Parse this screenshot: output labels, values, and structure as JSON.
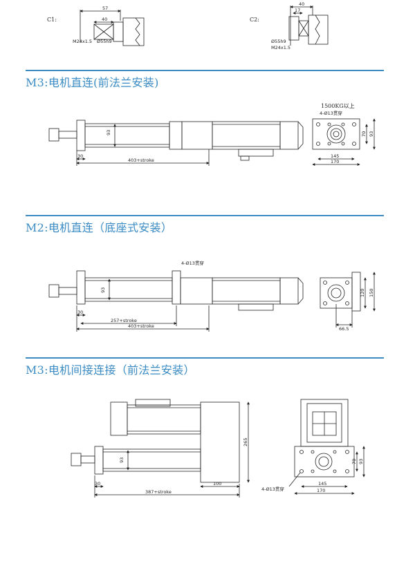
{
  "sections": [
    {
      "title": "M3:电机直连(前法兰安装)"
    },
    {
      "title": "M2:电机直连（底座式安装）"
    },
    {
      "title": "M3:电机间接连接（前法兰安装）"
    }
  ],
  "c1": {
    "label": "C1:",
    "dim_57": "57",
    "dim_40": "40",
    "thread": "M24x1.5",
    "shaft": "Ø55h9"
  },
  "c2": {
    "label": "C2:",
    "dim_40": "40",
    "dim_17": "17",
    "shaft": "Ø55h9",
    "thread": "M24x1.5"
  },
  "m3_direct": {
    "dim_93": "93",
    "dim_30": "30",
    "dim_stroke": "403+stroke",
    "note": "1500KG以上",
    "holes": "4-Ø13贯穿",
    "dim_70": "70",
    "dim_93b": "93",
    "dim_145": "145",
    "dim_170": "170"
  },
  "m2_direct": {
    "holes": "4-Ø13贯穿",
    "dim_93": "93",
    "dim_30": "30",
    "dim_257": "257+stroke",
    "dim_403": "403+stroke",
    "dim_120": "120",
    "dim_150": "150",
    "dim_665": "66.5"
  },
  "m3_indirect": {
    "dim_265": "265",
    "dim_93": "93",
    "dim_30": "30",
    "dim_100": "100",
    "dim_387": "387+stroke",
    "dim_70": "70",
    "dim_93b": "93",
    "dim_145": "145",
    "dim_170": "170",
    "holes": "4-Ø13贯穿"
  }
}
